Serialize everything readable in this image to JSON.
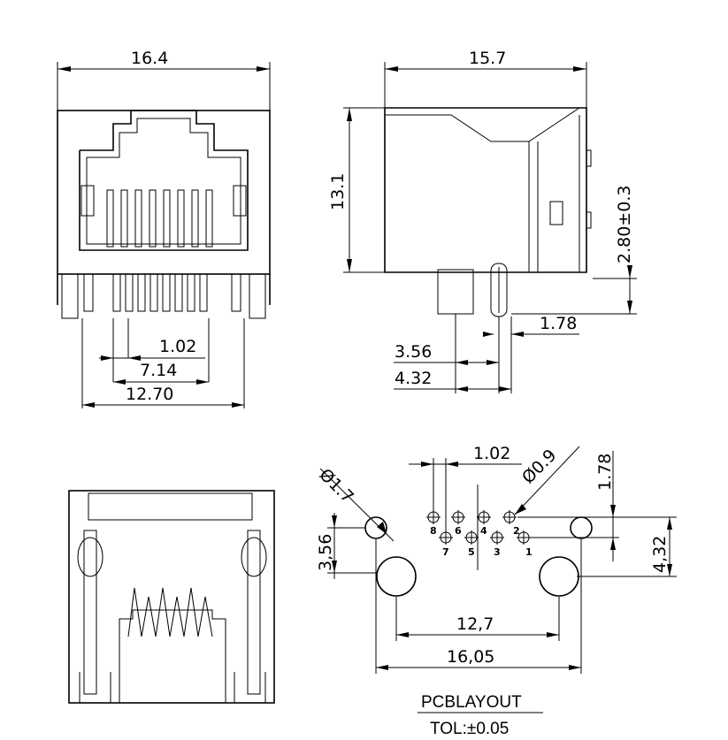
{
  "front_view": {
    "width": "16.4",
    "pitch": "1.02",
    "span_a": "7.14",
    "span_b": "12.70"
  },
  "side_view": {
    "depth": "15.7",
    "height": "13.1",
    "pin_height": "2.80±0.3",
    "pin_offset": "1.78",
    "post_a": "3.56",
    "post_b": "4.32"
  },
  "pcb_layout": {
    "title": "PCBLAYOUT",
    "tolerance": "TOL:±0.05",
    "big_hole": "Ø1.7",
    "small_hole": "Ø0.9",
    "pitch": "1.02",
    "row_gap": "1.78",
    "left_gap": "3,56",
    "right_gap": "4,32",
    "post_spacing": "12,7",
    "outer_spacing": "16,05",
    "pin_numbers": [
      "8",
      "6",
      "4",
      "2",
      "7",
      "5",
      "3",
      "1"
    ]
  }
}
